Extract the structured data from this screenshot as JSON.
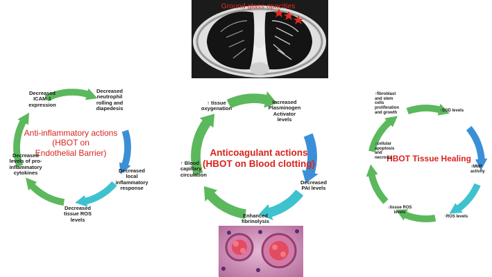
{
  "colors": {
    "title_red": "#d8231c",
    "arrow_green": "#5cb85c",
    "arrow_blue": "#3b8fd6",
    "arrow_teal": "#3fc2cf"
  },
  "ct_image": {
    "label": "Ground glass opacities",
    "icon": "ct-scan-lung-image"
  },
  "histology_image": {
    "icon": "histology-blood-vessel-image"
  },
  "cycles": [
    {
      "id": "anti-inflammatory",
      "title": "Anti-inflammatory actions\n(HBOT on\nEndothelial Barrier)",
      "labels": [
        "Decreased\nICAM-1\nexpression",
        "Decreased\nneutrophil\nrolling and\ndiapedesis",
        "Decreased\nlocal\ninflammatory\nresponse",
        "Decreased\ntissue ROS\nlevels",
        "Decreased\nlevels of pro-\ninflammatory\ncytokines"
      ]
    },
    {
      "id": "anticoagulant",
      "title": "Anticoagulant actions\n(HBOT on Blood clotting)",
      "labels": [
        "↑ tissue\noxygenation",
        "Increased\nPlasminogen\nActivator\nlevels",
        "Decreased\nPAI levels",
        "Enhanced\nfibrinolysis",
        "↑ Blood\ncapillary\ncirculation"
      ]
    },
    {
      "id": "tissue-healing",
      "title": "HBOT Tissue Healing",
      "labels": [
        "↑fibroblast\nand stem\ncells\nproliferation\nand growth",
        "↑SOD levels",
        "↑MMP\nactivity",
        "↑ROS levels",
        "↓tissue ROS\nlevels",
        "↓cellular\napoptosis\nand\nnecrosis"
      ]
    }
  ]
}
